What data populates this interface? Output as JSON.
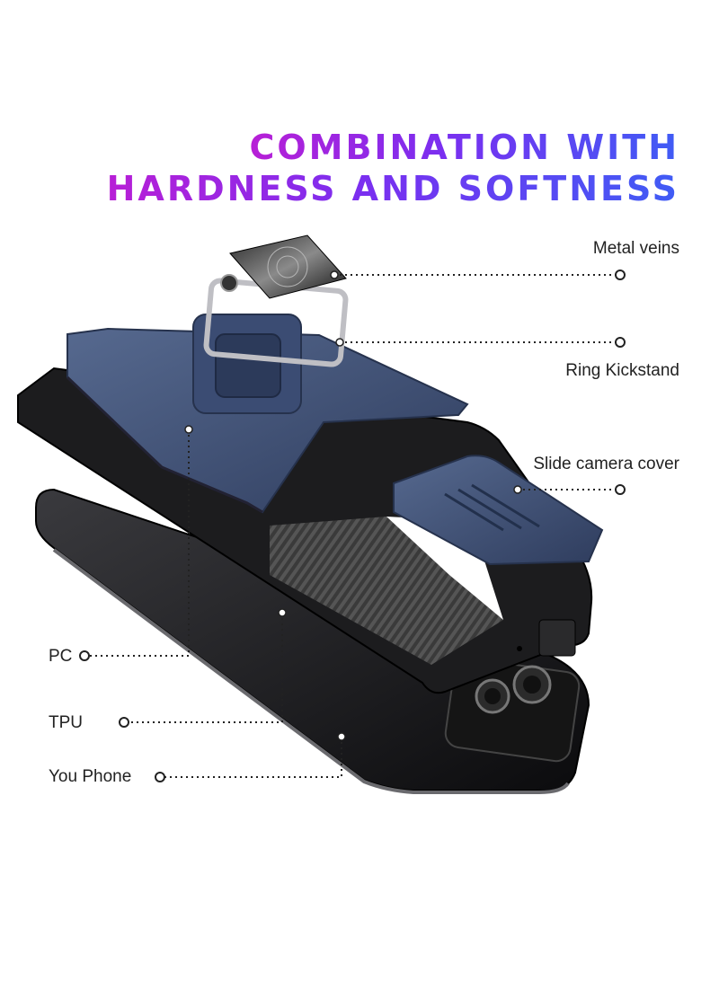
{
  "headline": {
    "line1": "COMBINATION WITH",
    "line2": "HARDNESS AND SOFTNESS",
    "gradient": [
      "#b81fd6",
      "#7a2ff0",
      "#3f5cf5"
    ]
  },
  "callouts": {
    "metal_veins": "Metal veins",
    "ring_kickstand": "Ring Kickstand",
    "slide_camera_cover": "Slide camera cover",
    "pc": "PC",
    "tpu": "TPU",
    "you_phone": "You Phone"
  },
  "colors": {
    "case_blue": "#3d4f78",
    "case_black": "#1c1c1e",
    "phone_glass": "#0d0d0f",
    "leader_line": "#222222"
  }
}
